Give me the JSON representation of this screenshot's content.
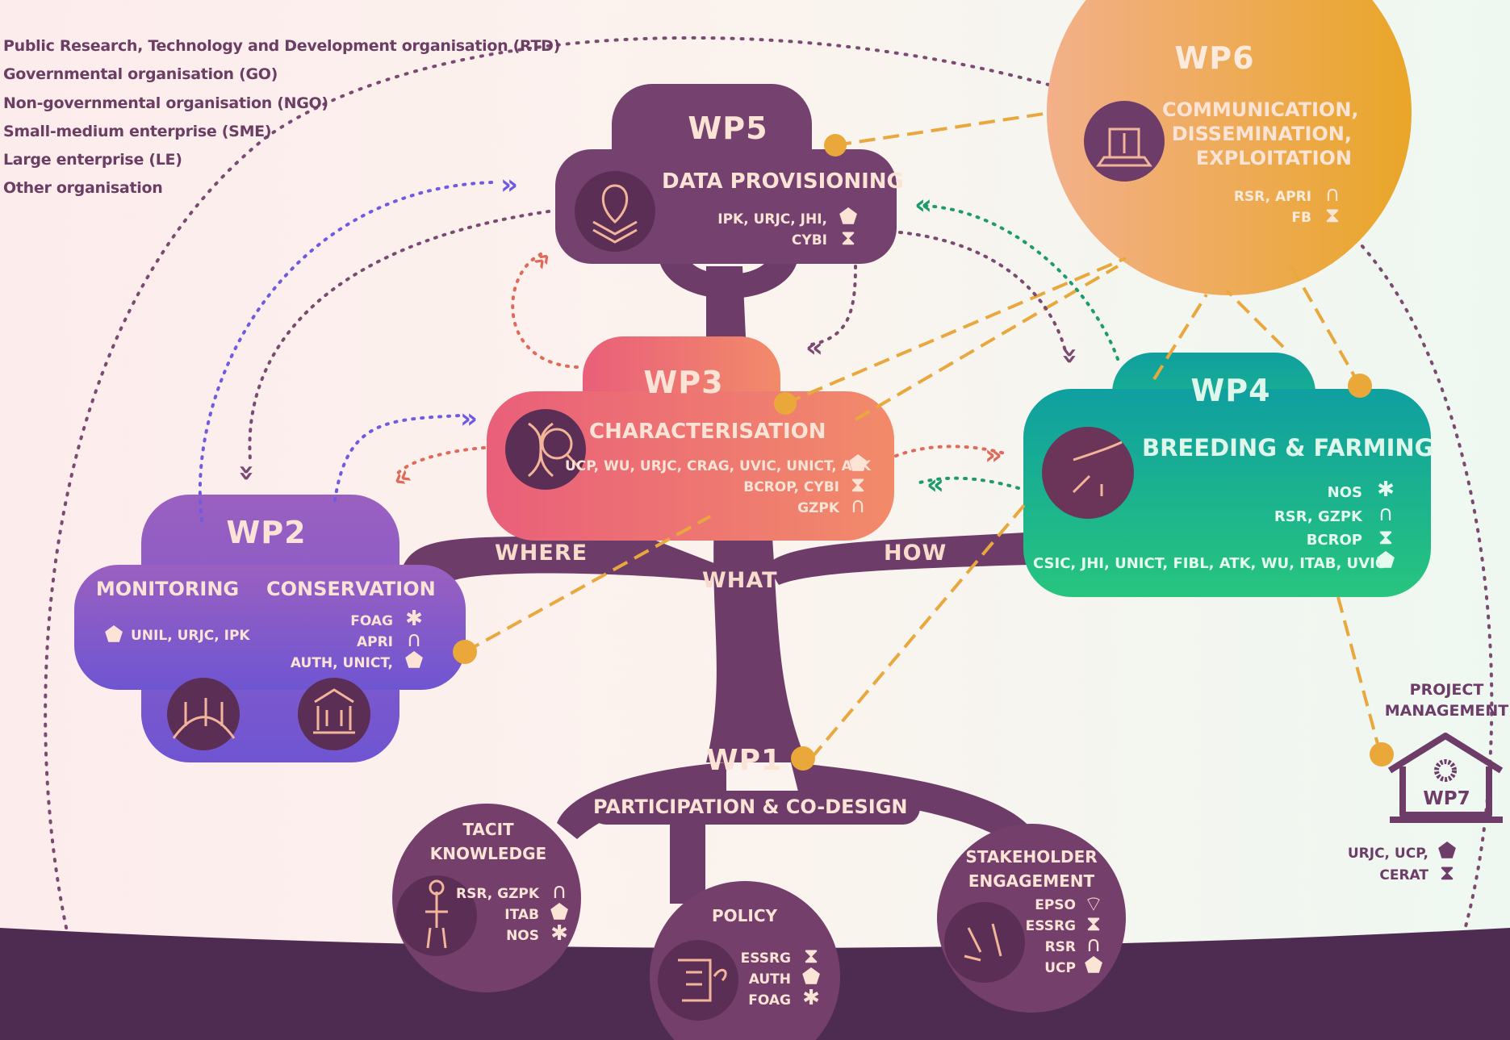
{
  "legend": [
    "Public Research, Technology and Development organisation (RTD)",
    "Governmental organisation (GO)",
    "Non-governmental organisation (NGO)",
    "Small-medium enterprise (SME)",
    "Large enterprise (LE)",
    "Other organisation"
  ],
  "wp5": {
    "title": "WP5",
    "subtitle": "DATA PROVISIONING",
    "partners": [
      "IPK, URJC, JHI,",
      "CYBI"
    ]
  },
  "wp6": {
    "title": "WP6",
    "subtitle": [
      "COMMUNICATION,",
      "DISSEMINATION,",
      "EXPLOITATION"
    ],
    "partners": [
      "RSR, APRI",
      "FB"
    ]
  },
  "wp3": {
    "title": "WP3",
    "subtitle": "CHARACTERISATION",
    "partners": [
      "UCP, WU, URJC, CRAG, UVIC, UNICT, ATK",
      "BCROP, CYBI",
      "GZPK"
    ]
  },
  "wp4": {
    "title": "WP4",
    "subtitle": "BREEDING & FARMING",
    "partners": [
      "NOS",
      "RSR, GZPK",
      "BCROP",
      "CSIC, JHI, UNICT, FIBL, ATK, WU, ITAB, UVIC"
    ]
  },
  "wp2": {
    "title": "WP2",
    "monitoring": "MONITORING",
    "conservation": "CONSERVATION",
    "monitoring_partners": "UNIL, URJC, IPK",
    "conservation_partners": [
      "FOAG",
      "APRI",
      "AUTH, UNICT,"
    ]
  },
  "branches": {
    "where": "WHERE",
    "what": "WHAT",
    "how": "HOW"
  },
  "wp1": {
    "title": "WP1",
    "subtitle": "PARTICIPATION & CO-DESIGN"
  },
  "tacit": {
    "title": [
      "TACIT",
      "KNOWLEDGE"
    ],
    "partners": [
      "RSR, GZPK",
      "ITAB",
      "NOS"
    ]
  },
  "policy": {
    "title": "POLICY",
    "partners": [
      "ESSRG",
      "AUTH",
      "FOAG"
    ]
  },
  "stakeholder": {
    "title": [
      "STAKEHOLDER",
      "ENGAGEMENT"
    ],
    "partners": [
      "EPSO",
      "ESSRG",
      "RSR",
      "UCP"
    ]
  },
  "wp7": {
    "header": [
      "PROJECT",
      "MANAGEMENT"
    ],
    "title": "WP7",
    "partners": [
      "URJC, UCP,",
      "CERAT"
    ]
  },
  "icons": {
    "rtd": "star-icon",
    "go": "arch-icon",
    "ngo": "asterisk-icon",
    "sme": "pentagon-icon",
    "le": "hourglass-icon",
    "other": "wifi-icon"
  },
  "colors": {
    "plum": "#6e3c68",
    "wp6": "#f0a060",
    "wp3": "#ec6f7c",
    "wp4": "#16a78e",
    "wp2": "#8756c6",
    "connector": "#e8a93a",
    "text_light": "#fbe3d6"
  }
}
